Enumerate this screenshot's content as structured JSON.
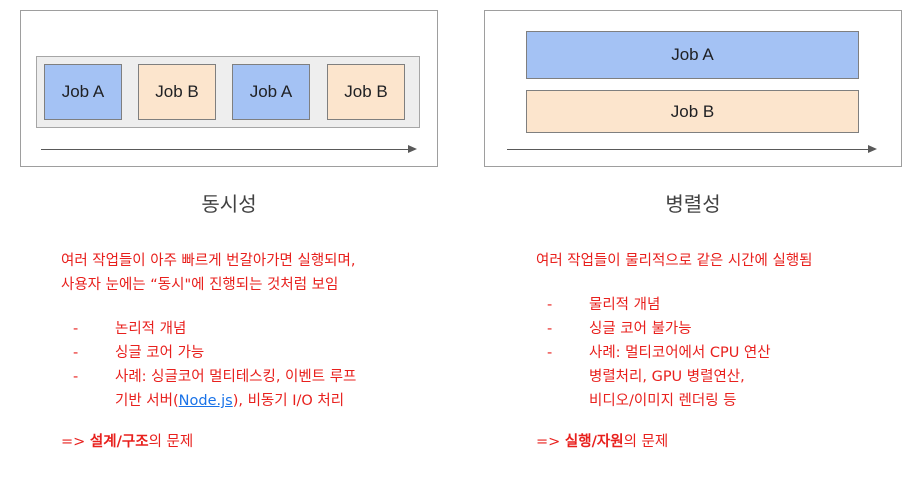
{
  "concurrency": {
    "title": "동시성",
    "diagram_jobs": [
      "Job A",
      "Job B",
      "Job A",
      "Job B"
    ],
    "description_lines": [
      "여러 작업들이 아주 빠르게 번갈아가면 실행되며,",
      "사용자 눈에는 “동시\"에 진행되는 것처럼 보임"
    ],
    "bullets": {
      "dash": "-",
      "item1": "논리적 개념",
      "item2": "싱글 코어 가능",
      "item3_line1": "사례: 싱글코어 멀티테스킹, 이벤트 루프",
      "item3_line2_prefix": "기반 서버(",
      "item3_link": "Node.js",
      "item3_line2_suffix": "), 비동기 I/O 처리"
    },
    "conclusion": {
      "prefix": "=> ",
      "bold": "설계/구조",
      "suffix": "의 문제"
    }
  },
  "parallelism": {
    "title": "병렬성",
    "diagram_jobs": [
      "Job A",
      "Job B"
    ],
    "description_lines": [
      "여러 작업들이 물리적으로 같은 시간에 실행됨"
    ],
    "bullets": {
      "dash": "-",
      "item1": "물리적 개념",
      "item2": "싱글 코어 불가능",
      "item3_line1": "사례: 멀티코어에서 CPU 연산",
      "item3_line2": "병렬처리, GPU 병렬연산,",
      "item3_line3": "비디오/이미지 렌더링 등"
    },
    "conclusion": {
      "prefix": "=> ",
      "bold": "실행/자원",
      "suffix": "의 문제"
    }
  },
  "colors": {
    "job_a": "#a4c2f4",
    "job_b": "#fce5cd",
    "text_red": "#e8201d",
    "link_blue": "#1a73e8"
  }
}
